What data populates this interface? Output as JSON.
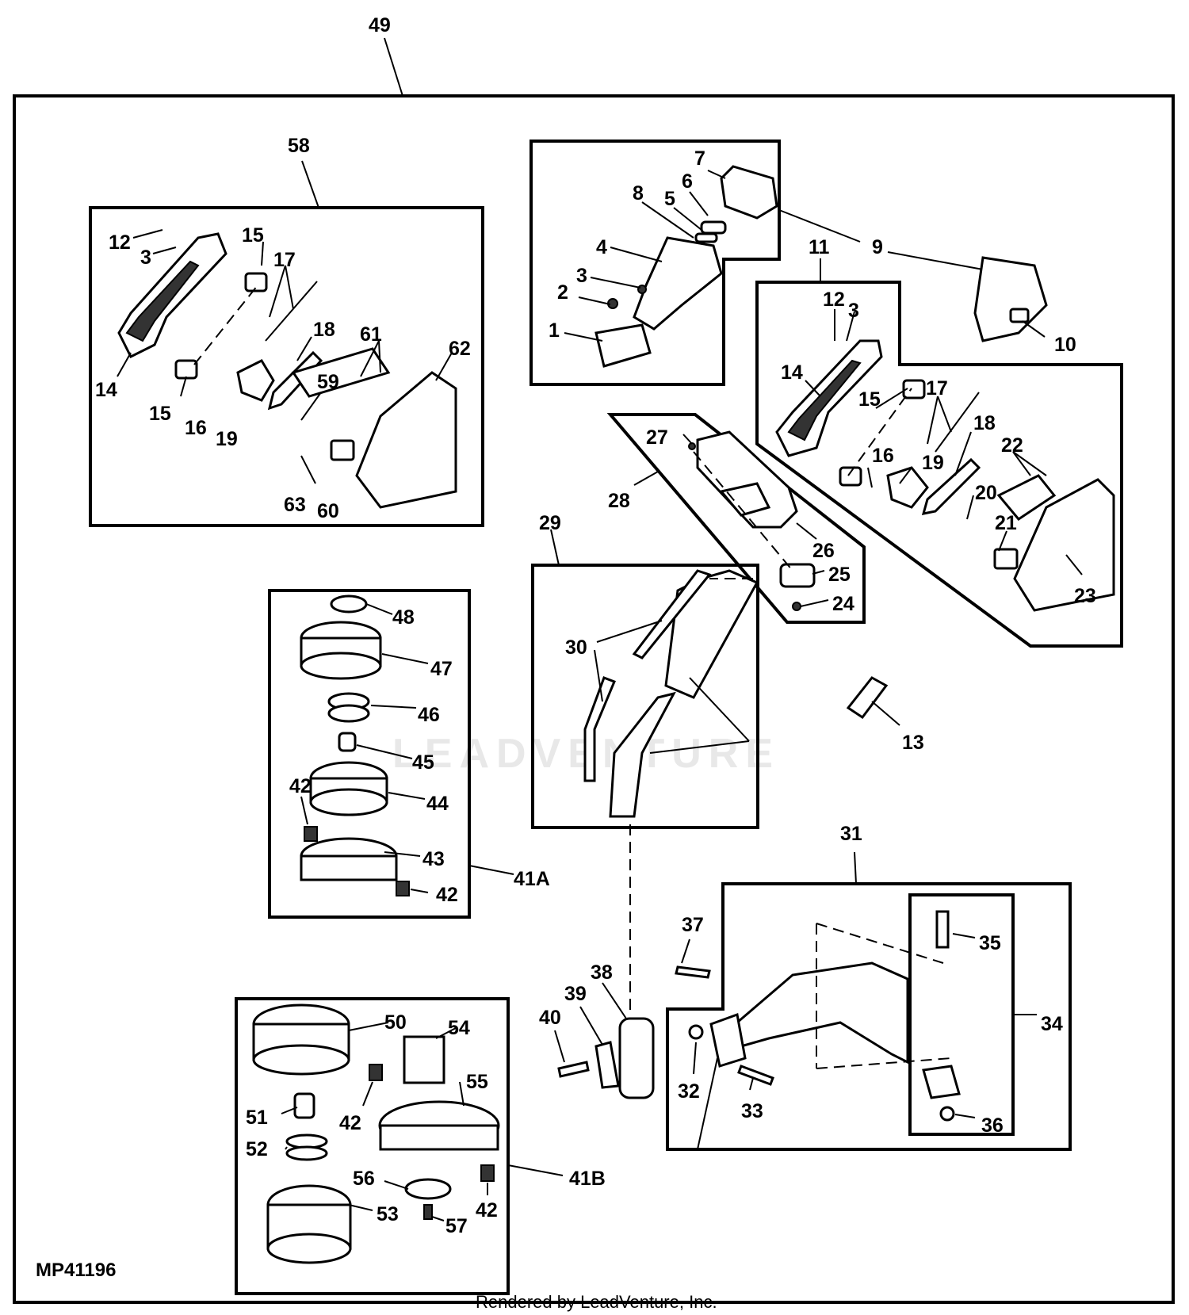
{
  "diagram": {
    "figure_code": "MP41196",
    "footer": "Rendered by LeadVenture, Inc.",
    "watermark": "LEADVENTURE",
    "callouts": {
      "c49": "49",
      "c58": "58",
      "c12a": "12",
      "c3a": "3",
      "c15a": "15",
      "c17a": "17",
      "c14a": "14",
      "c15b": "15",
      "c16a": "16",
      "c19a": "19",
      "c18a": "18",
      "c61": "61",
      "c59": "59",
      "c62": "62",
      "c63": "63",
      "c60": "60",
      "c7": "7",
      "c6": "6",
      "c8": "8",
      "c5": "5",
      "c4": "4",
      "c3b": "3",
      "c2": "2",
      "c1": "1",
      "c9": "9",
      "c11": "11",
      "c10": "10",
      "c12b": "12",
      "c3c": "3",
      "c14b": "14",
      "c15c": "15",
      "c17b": "17",
      "c16b": "16",
      "c19b": "19",
      "c18b": "18",
      "c22": "22",
      "c20": "20",
      "c21": "21",
      "c23": "23",
      "c27": "27",
      "c28": "28",
      "c26": "26",
      "c25": "25",
      "c24": "24",
      "c29": "29",
      "c30": "30",
      "c13": "13",
      "c48": "48",
      "c47": "47",
      "c46": "46",
      "c45": "45",
      "c42a": "42",
      "c44": "44",
      "c43": "43",
      "c41a": "41A",
      "c42b": "42",
      "c31": "31",
      "c37": "37",
      "c35": "35",
      "c34": "34",
      "c38": "38",
      "c39": "39",
      "c40": "40",
      "c32": "32",
      "c33": "33",
      "c36": "36",
      "c50": "50",
      "c54": "54",
      "c55": "55",
      "c51": "51",
      "c42c": "42",
      "c52": "52",
      "c41b": "41B",
      "c56": "56",
      "c42d": "42",
      "c53": "53",
      "c57": "57"
    }
  }
}
